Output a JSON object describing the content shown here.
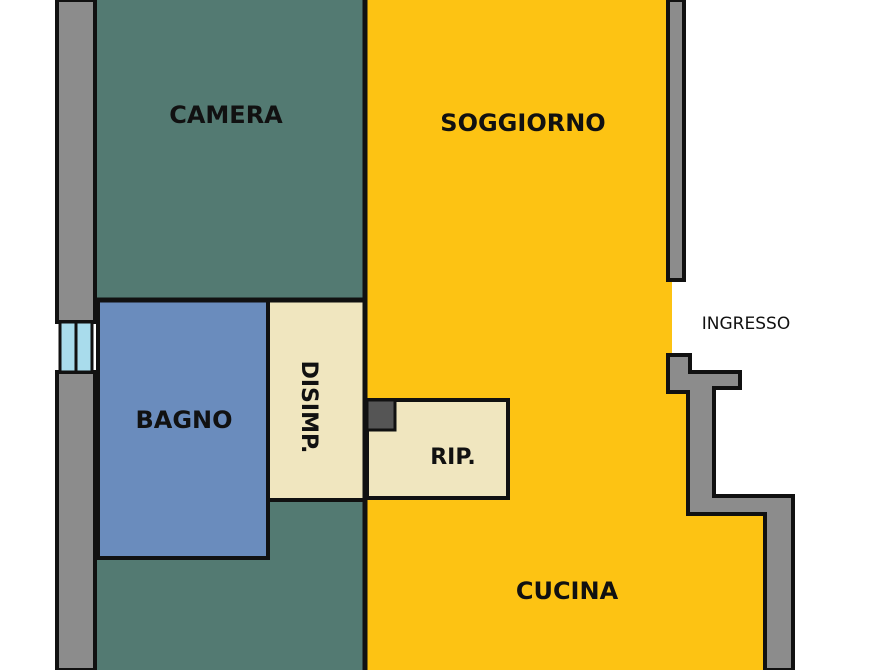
{
  "plan": {
    "rooms": {
      "camera": "CAMERA",
      "soggiorno": "SOGGIORNO",
      "bagno": "BAGNO",
      "disimpegno": "DISIMP.",
      "ripostiglio": "RIP.",
      "cucina": "CUCINA"
    },
    "entrance_label": "INGRESSO"
  },
  "colors": {
    "camera": "#537a72",
    "soggiorno": "#fdc313",
    "bagno": "#6a8cbd",
    "disimpegno": "#f0e6bf",
    "ripostiglio": "#f0e6bf",
    "cucina": "#fdc313",
    "wall_fill": "#8c8c8c",
    "wall_edge": "#111111",
    "window": "#a9dcec"
  }
}
